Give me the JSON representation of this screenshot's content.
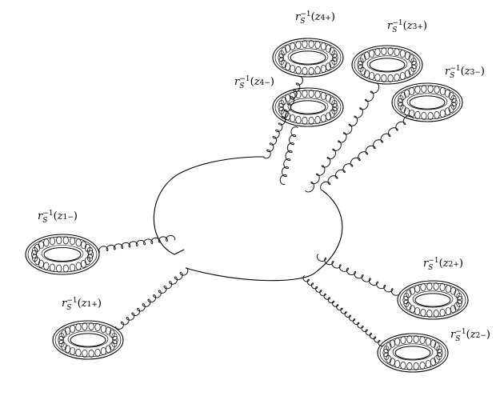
{
  "labels": {
    "z4p": {
      "base": "r",
      "sub": "S",
      "sup": "−1",
      "arg": "z",
      "idx": "4+"
    },
    "z3p": {
      "base": "r",
      "sub": "S",
      "sup": "−1",
      "arg": "z",
      "idx": "3+"
    },
    "z4m": {
      "base": "r",
      "sub": "S",
      "sup": "−1",
      "arg": "z",
      "idx": "4−"
    },
    "z3m": {
      "base": "r",
      "sub": "S",
      "sup": "−1",
      "arg": "z",
      "idx": "3−"
    },
    "z1m": {
      "base": "r",
      "sub": "S",
      "sup": "−1",
      "arg": "z",
      "idx": "1−"
    },
    "z1p": {
      "base": "r",
      "sub": "S",
      "sup": "−1",
      "arg": "z",
      "idx": "1+"
    },
    "z2p": {
      "base": "r",
      "sub": "S",
      "sup": "−1",
      "arg": "z",
      "idx": "2+"
    },
    "z2m": {
      "base": "r",
      "sub": "S",
      "sup": "−1",
      "arg": "z",
      "idx": "2−"
    }
  }
}
